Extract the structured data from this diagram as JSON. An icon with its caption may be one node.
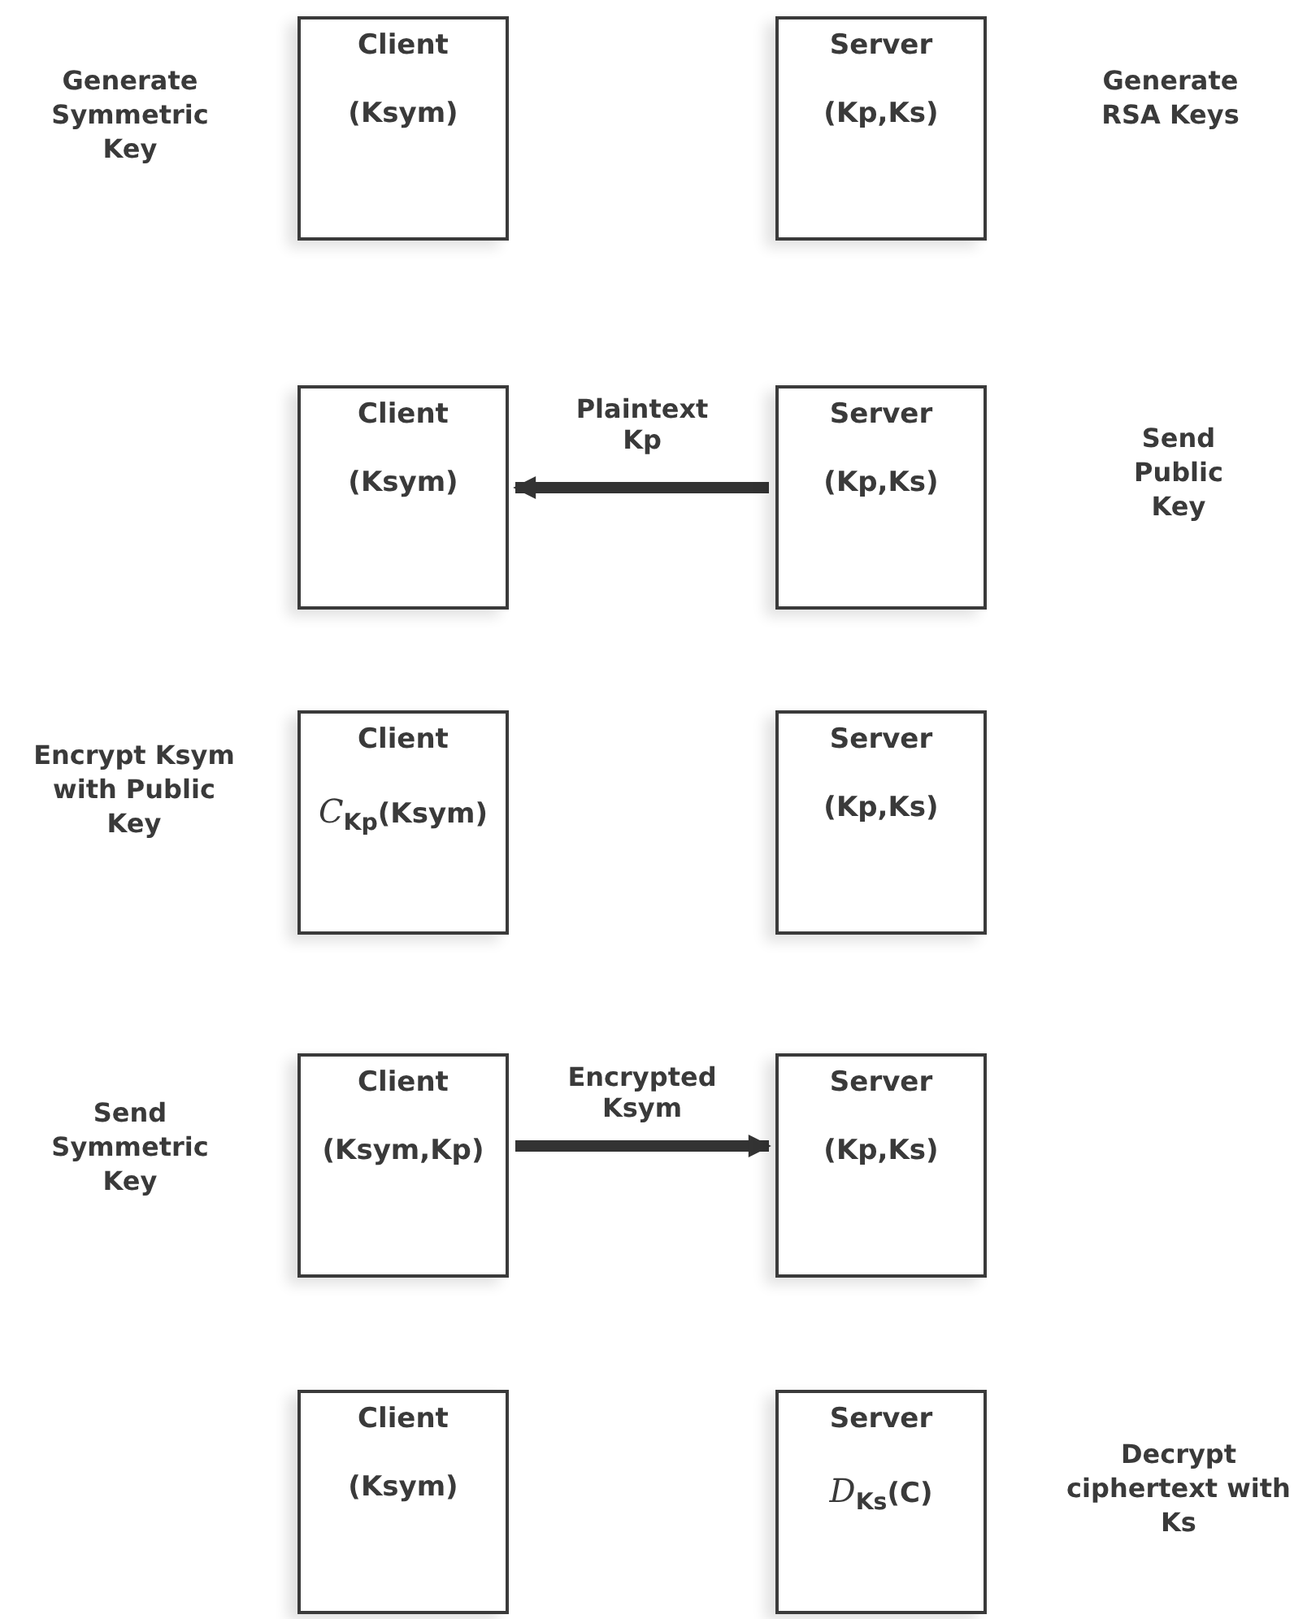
{
  "diagram": {
    "nodes": [
      {
        "text": [
          "Client",
          "(Ksym)"
        ]
      },
      {
        "text": [
          "Server",
          "(Kp,Ks)"
        ]
      },
      {
        "text": [
          "Client",
          "(Ksym)"
        ]
      },
      {
        "text": [
          "Server",
          "(Kp,Ks)"
        ]
      },
      {
        "text": [
          "Client",
          "*C*$_{Kp}$(Ksym)"
        ]
      },
      {
        "text": [
          "Server",
          "(Kp,Ks)"
        ]
      },
      {
        "text": [
          "Client",
          "(Ksym,Kp)"
        ]
      },
      {
        "text": [
          "Server",
          "(Kp,Ks)"
        ]
      },
      {
        "text": [
          "Client",
          "(Ksym)"
        ]
      },
      {
        "text": [
          "Server",
          "*D*$_{Ks}$(C)"
        ]
      }
    ],
    "edges": [
      {
        "from": 3,
        "to": 2,
        "arrow": "to",
        "label": "Plaintext Kp"
      },
      {
        "from": 6,
        "to": 7,
        "arrow": "to",
        "label": "Encrypted Ksym"
      }
    ],
    "labels": [
      "Generate Symmetric Key",
      "Generate RSA Keys",
      "Send Public Key",
      "Encrypt Ksym with Public Key",
      "Send Symmetric Key",
      "Decrypt ciphertext with Ks"
    ]
  }
}
